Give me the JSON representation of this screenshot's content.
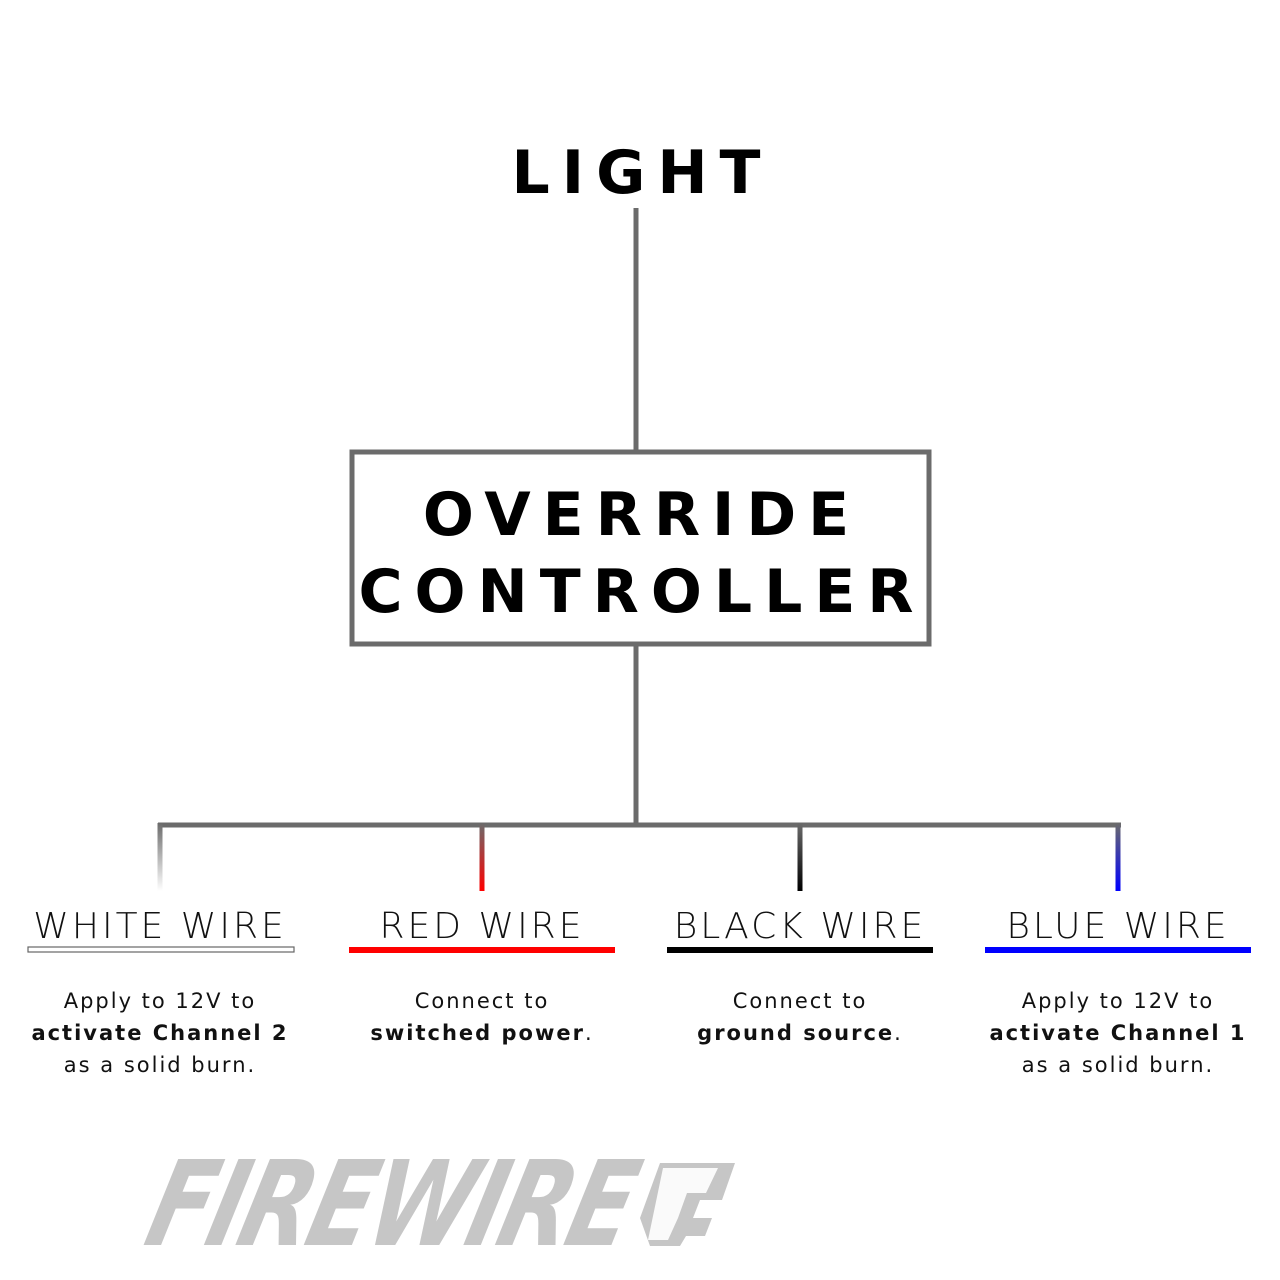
{
  "top": {
    "title": "LIGHT"
  },
  "controller": {
    "line1": "OVERRIDE",
    "line2": "CONTROLLER"
  },
  "line_color": "#6b6b6b",
  "wires": [
    {
      "label": "WHITE WIRE",
      "color": "#ffffff",
      "lines": [
        [
          {
            "t": "Apply to 12V to",
            "b": false
          }
        ],
        [
          {
            "t": "activate Channel 2",
            "b": true
          }
        ],
        [
          {
            "t": "as a solid burn.",
            "b": false
          }
        ]
      ]
    },
    {
      "label": "RED WIRE",
      "color": "#ff0000",
      "lines": [
        [
          {
            "t": "Connect to",
            "b": false
          }
        ],
        [
          {
            "t": "switched power",
            "b": true
          },
          {
            "t": ".",
            "b": false
          }
        ]
      ]
    },
    {
      "label": "BLACK WIRE",
      "color": "#000000",
      "lines": [
        [
          {
            "t": "Connect to",
            "b": false
          }
        ],
        [
          {
            "t": "ground source",
            "b": true
          },
          {
            "t": ".",
            "b": false
          }
        ]
      ]
    },
    {
      "label": "BLUE WIRE",
      "color": "#0000ff",
      "lines": [
        [
          {
            "t": "Apply to 12V to",
            "b": false
          }
        ],
        [
          {
            "t": "activate Channel 1",
            "b": true
          }
        ],
        [
          {
            "t": "as a solid burn.",
            "b": false
          }
        ]
      ]
    }
  ],
  "logo": {
    "text": "FIREWIRE",
    "mark": "F",
    "color": "#c6c6c6"
  }
}
